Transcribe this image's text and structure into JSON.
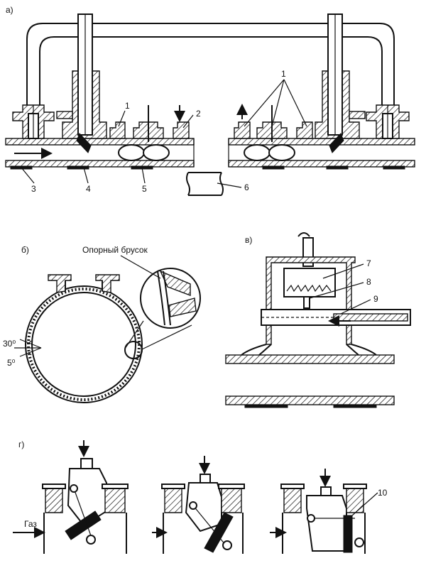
{
  "sections": {
    "a": "а)",
    "b": "б)",
    "v": "в)",
    "g": "г)"
  },
  "labels": {
    "n1_left": "1",
    "n1_right": "1",
    "n2": "2",
    "n3": "3",
    "n4": "4",
    "n5": "5",
    "n6": "6",
    "n7": "7",
    "n8": "8",
    "n9": "9",
    "n10": "10"
  },
  "annotations": {
    "support_bar": "Опорный брусок",
    "angle30": "30⁰",
    "angle5": "5⁰",
    "gas": "Газ"
  }
}
